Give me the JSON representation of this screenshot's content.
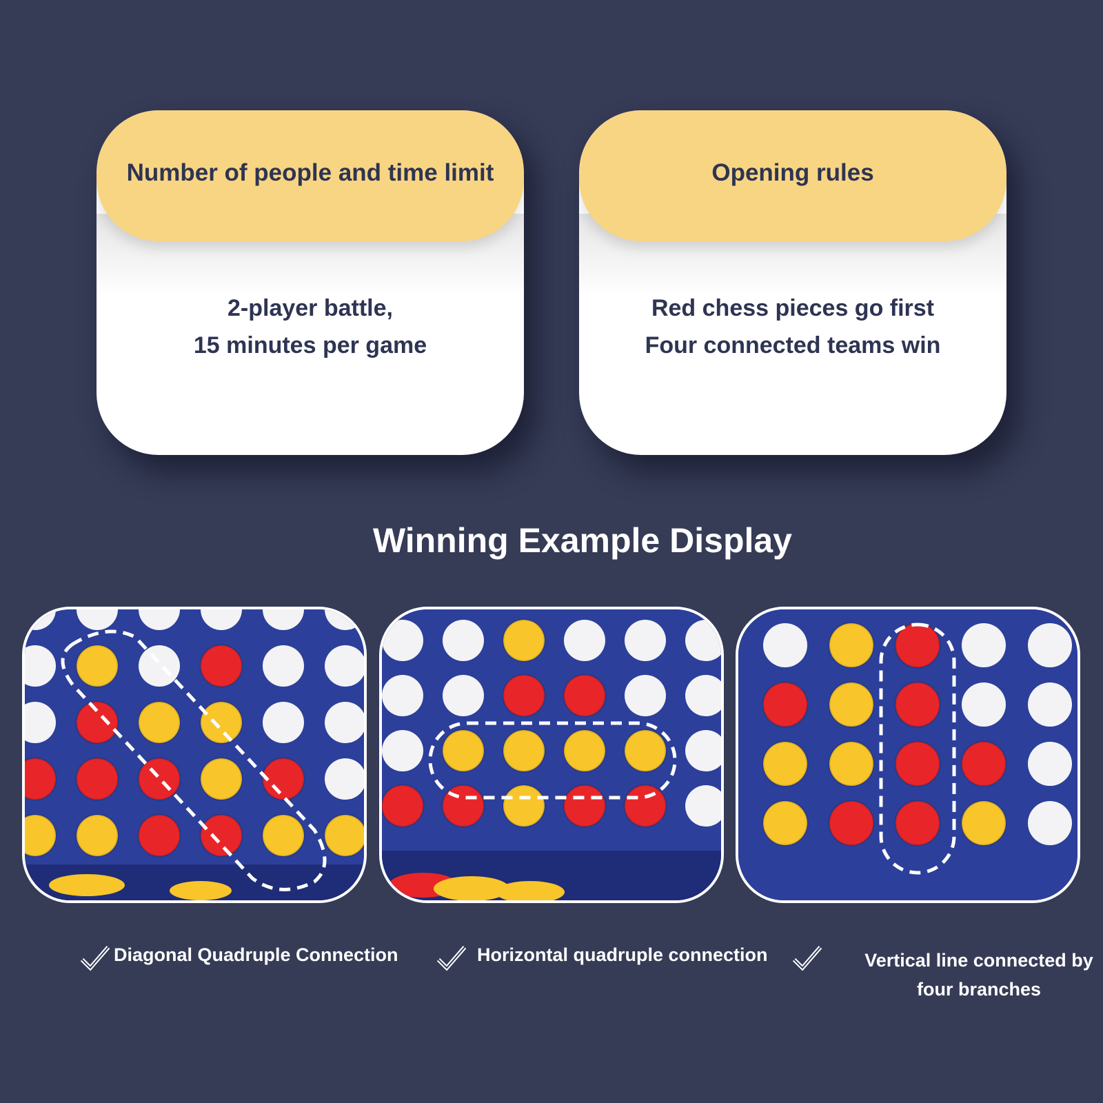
{
  "cards": [
    {
      "header": "Number of people and time limit",
      "lines": [
        "2-player battle,",
        "15 minutes per game"
      ]
    },
    {
      "header": "Opening rules",
      "lines": [
        "Red chess pieces go first",
        "Four connected teams win"
      ]
    }
  ],
  "section_title": "Winning Example Display",
  "examples": [
    {
      "caption": "Diagonal Quadruple Connection"
    },
    {
      "caption": "Horizontal quadruple connection"
    },
    {
      "caption_line1": "Vertical line connected by",
      "caption_line2": "four branches"
    }
  ],
  "colors": {
    "background": "#363b56",
    "card_header": "#f8d583",
    "text_dark": "#2e3452",
    "board_blue": "#2c3f9a",
    "piece_red": "#e8262a",
    "piece_yellow": "#f8c52a",
    "hole_white": "#f3f3f5"
  },
  "icons": [
    "check-icon"
  ]
}
